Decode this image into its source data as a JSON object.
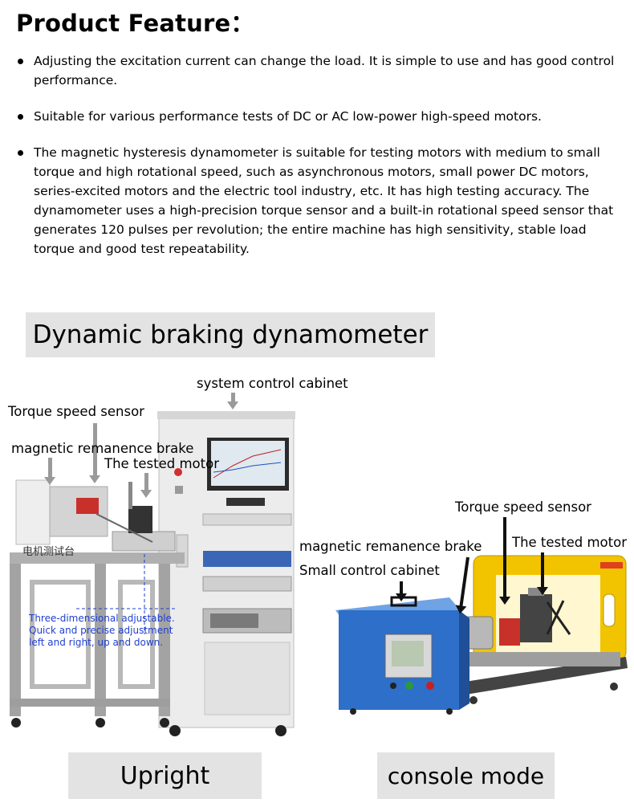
{
  "title": "Product Feature：",
  "bullets": [
    "Adjusting the excitation current can change the load. It is simple to use and has good control performance.",
    "Suitable for various performance tests of DC or AC low-power high-speed motors.",
    "The magnetic hysteresis dynamometer is suitable for testing motors with medium to small torque and high rotational speed, such as asynchronous motors, small power DC motors, series-excited motors and the electric tool industry, etc. It has high testing accuracy. The dynamometer uses a high-precision torque sensor and a built-in rotational speed sensor that generates 120 pulses per revolution; the entire machine has high sensitivity, stable load torque and good test repeatability."
  ],
  "banner_main": "Dynamic braking dynamometer",
  "upright": {
    "labels": {
      "cabinet": "system control cabinet",
      "torque": "Torque speed sensor",
      "brake": "magnetic remanence brake",
      "motor": "The tested motor"
    },
    "bench_sign": "电机测试台",
    "note": [
      "Three-dimensional adjustable.",
      "Quick and precise adjustment",
      "left and right, up and down."
    ],
    "caption": "Upright"
  },
  "console": {
    "labels": {
      "torque": "Torque speed sensor",
      "motor": "The tested motor",
      "brake": "magnetic remanence brake",
      "cabinet": "Small control cabinet"
    },
    "caption": "console mode"
  },
  "colors": {
    "accent_blue": "#1f3fd0",
    "cabinet_blue": "#2d6fc9",
    "guard_yellow": "#f2c400",
    "frame_gray": "#9a9a9a"
  }
}
